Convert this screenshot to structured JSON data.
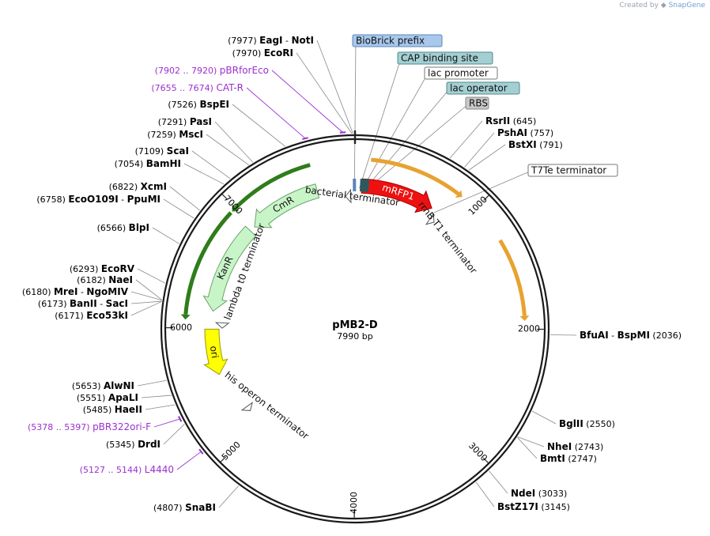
{
  "credit": {
    "prefix": "Created by",
    "brand": "SnapGene",
    "icon": "snapgene-logo-icon"
  },
  "plasmid": {
    "name": "pMB2-D",
    "size_label": "7990 bp",
    "length": 7990
  },
  "ticks": [
    {
      "pos": 1000,
      "label": "1000"
    },
    {
      "pos": 2000,
      "label": "2000"
    },
    {
      "pos": 3000,
      "label": "3000"
    },
    {
      "pos": 4000,
      "label": "4000"
    },
    {
      "pos": 5000,
      "label": "5000"
    },
    {
      "pos": 6000,
      "label": "6000"
    },
    {
      "pos": 7000,
      "label": "7000"
    }
  ],
  "sites": [
    {
      "id": "eagi-noti",
      "pos": 7977,
      "names": [
        "EagI",
        "NotI"
      ],
      "num": "(7977)",
      "side": "left"
    },
    {
      "id": "ecori",
      "pos": 7970,
      "names": [
        "EcoRI"
      ],
      "num": "(7970)",
      "side": "left"
    },
    {
      "id": "bspei",
      "pos": 7526,
      "names": [
        "BspEI"
      ],
      "num": "(7526)",
      "side": "left"
    },
    {
      "id": "pasi",
      "pos": 7291,
      "names": [
        "PasI"
      ],
      "num": "(7291)",
      "side": "left"
    },
    {
      "id": "msci",
      "pos": 7259,
      "names": [
        "MscI"
      ],
      "num": "(7259)",
      "side": "left"
    },
    {
      "id": "scai",
      "pos": 7109,
      "names": [
        "ScaI"
      ],
      "num": "(7109)",
      "side": "left"
    },
    {
      "id": "bamhi",
      "pos": 7054,
      "names": [
        "BamHI"
      ],
      "num": "(7054)",
      "side": "left"
    },
    {
      "id": "xcmi",
      "pos": 6822,
      "names": [
        "XcmI"
      ],
      "num": "(6822)",
      "side": "left"
    },
    {
      "id": "ecoo109i-ppumi",
      "pos": 6758,
      "names": [
        "EcoO109I",
        "PpuMI"
      ],
      "num": "(6758)",
      "side": "left"
    },
    {
      "id": "blpi",
      "pos": 6566,
      "names": [
        "BlpI"
      ],
      "num": "(6566)",
      "side": "left"
    },
    {
      "id": "ecorv",
      "pos": 6293,
      "names": [
        "EcoRV"
      ],
      "num": "(6293)",
      "side": "left"
    },
    {
      "id": "naei",
      "pos": 6182,
      "names": [
        "NaeI"
      ],
      "num": "(6182)",
      "side": "left"
    },
    {
      "id": "mrei-ngomiv",
      "pos": 6180,
      "names": [
        "MreI",
        "NgoMIV"
      ],
      "num": "(6180)",
      "side": "left"
    },
    {
      "id": "banii-saci",
      "pos": 6173,
      "names": [
        "BanII",
        "SacI"
      ],
      "num": "(6173)",
      "side": "left"
    },
    {
      "id": "eco53ki",
      "pos": 6171,
      "names": [
        "Eco53kI"
      ],
      "num": "(6171)",
      "side": "left"
    },
    {
      "id": "alwni",
      "pos": 5653,
      "names": [
        "AlwNI"
      ],
      "num": "(5653)",
      "side": "left"
    },
    {
      "id": "apali",
      "pos": 5551,
      "names": [
        "ApaLI"
      ],
      "num": "(5551)",
      "side": "left"
    },
    {
      "id": "haeii",
      "pos": 5485,
      "names": [
        "HaeII"
      ],
      "num": "(5485)",
      "side": "left"
    },
    {
      "id": "drdi",
      "pos": 5345,
      "names": [
        "DrdI"
      ],
      "num": "(5345)",
      "side": "left"
    },
    {
      "id": "snabi",
      "pos": 4807,
      "names": [
        "SnaBI"
      ],
      "num": "(4807)",
      "side": "left"
    },
    {
      "id": "rsrii",
      "pos": 645,
      "names": [
        "RsrII"
      ],
      "num": "(645)",
      "side": "right"
    },
    {
      "id": "pshai",
      "pos": 757,
      "names": [
        "PshAI"
      ],
      "num": "(757)",
      "side": "right"
    },
    {
      "id": "bstxi",
      "pos": 791,
      "names": [
        "BstXI"
      ],
      "num": "(791)",
      "side": "right"
    },
    {
      "id": "bfuai-bspmi",
      "pos": 2036,
      "names": [
        "BfuAI",
        "BspMI"
      ],
      "num": "(2036)",
      "side": "right"
    },
    {
      "id": "bglii",
      "pos": 2550,
      "names": [
        "BglII"
      ],
      "num": "(2550)",
      "side": "right"
    },
    {
      "id": "nhei",
      "pos": 2743,
      "names": [
        "NheI"
      ],
      "num": "(2743)",
      "side": "right"
    },
    {
      "id": "bmti",
      "pos": 2747,
      "names": [
        "BmtI"
      ],
      "num": "(2747)",
      "side": "right"
    },
    {
      "id": "ndei",
      "pos": 3033,
      "names": [
        "NdeI"
      ],
      "num": "(3033)",
      "side": "right"
    },
    {
      "id": "bstz17i",
      "pos": 3145,
      "names": [
        "BstZ17I"
      ],
      "num": "(3145)",
      "side": "right"
    }
  ],
  "primers": [
    {
      "id": "pbrforeco",
      "range": "(7902 .. 7920)",
      "name": "pBRforEco",
      "pos": 7911
    },
    {
      "id": "cat-r",
      "range": "(7655 .. 7674)",
      "name": "CAT-R",
      "pos": 7665
    },
    {
      "id": "pbr322ori-f",
      "range": "(5378 .. 5397)",
      "name": "pBR322ori-F",
      "pos": 5388
    },
    {
      "id": "l4440",
      "range": "(5127 .. 5144)",
      "name": "L4440",
      "pos": 5136
    }
  ],
  "boxed": [
    {
      "id": "biobrick-prefix",
      "text": "BioBrick prefix",
      "fill": "#a8c8ec",
      "stroke": "#5b86b8"
    },
    {
      "id": "cap-binding-site",
      "text": "CAP binding site",
      "fill": "#a4cfd2",
      "stroke": "#4d8a8e"
    },
    {
      "id": "lac-promoter",
      "text": "lac promoter",
      "fill": "#ffffff",
      "stroke": "#777777"
    },
    {
      "id": "lac-operator",
      "text": "lac operator",
      "fill": "#a4cfd2",
      "stroke": "#4d8a8e"
    },
    {
      "id": "rbs",
      "text": "RBS",
      "fill": "#c8c8c8",
      "stroke": "#888888"
    },
    {
      "id": "t7te-terminator",
      "text": "T7Te terminator",
      "fill": "#ffffff",
      "stroke": "#777777"
    }
  ],
  "features": [
    {
      "id": "mrfp1",
      "label": "mRFP1",
      "start": 60,
      "end": 720,
      "dir": 1,
      "ring": "inner",
      "fill": "#ee1111",
      "stroke": "#aa0000",
      "text_color": "#ffffff"
    },
    {
      "id": "cmr",
      "label": "CmR",
      "start": 7000,
      "end": 7650,
      "dir": -1,
      "ring": "inner",
      "fill": "#c8f5c8",
      "stroke": "#6aa36a",
      "text_color": "#111111"
    },
    {
      "id": "kanr",
      "label": "KanR",
      "start": 6150,
      "end": 6950,
      "dir": -1,
      "ring": "inner",
      "fill": "#c8f5c8",
      "stroke": "#6aa36a",
      "text_color": "#111111"
    },
    {
      "id": "ori",
      "label": "ori",
      "start": 5580,
      "end": 5990,
      "dir": -1,
      "ring": "inner",
      "fill": "#ffff00",
      "stroke": "#999900",
      "text_color": "#111111"
    }
  ],
  "orf_arcs": [
    {
      "id": "orf-mrfp1",
      "start": 120,
      "end": 830,
      "dir": 1,
      "color": "#e8a230"
    },
    {
      "id": "orf-right",
      "start": 1300,
      "end": 1900,
      "dir": 1,
      "color": "#e8a230"
    },
    {
      "id": "orf-cmr",
      "start": 7000,
      "end": 7650,
      "dir": -1,
      "color": "#2e7d1a"
    },
    {
      "id": "orf-kanr",
      "start": 6100,
      "end": 6950,
      "dir": -1,
      "color": "#2e7d1a"
    }
  ],
  "small_markers": [
    {
      "id": "marker-biobrick",
      "pos": 7985
    },
    {
      "id": "marker-1",
      "pos": 55
    },
    {
      "id": "marker-2",
      "pos": 75
    },
    {
      "id": "marker-3",
      "pos": 95
    },
    {
      "id": "marker-4",
      "pos": 112
    }
  ],
  "terminator_labels": [
    {
      "id": "bacterial-terminator",
      "text": "bacterial terminator"
    },
    {
      "id": "rrnb-t1-terminator",
      "text": "rrnB T1 terminator"
    },
    {
      "id": "lambda-t0-terminator",
      "text": "lambda t0 terminator"
    },
    {
      "id": "his-operon-terminator",
      "text": "his operon terminator"
    }
  ]
}
